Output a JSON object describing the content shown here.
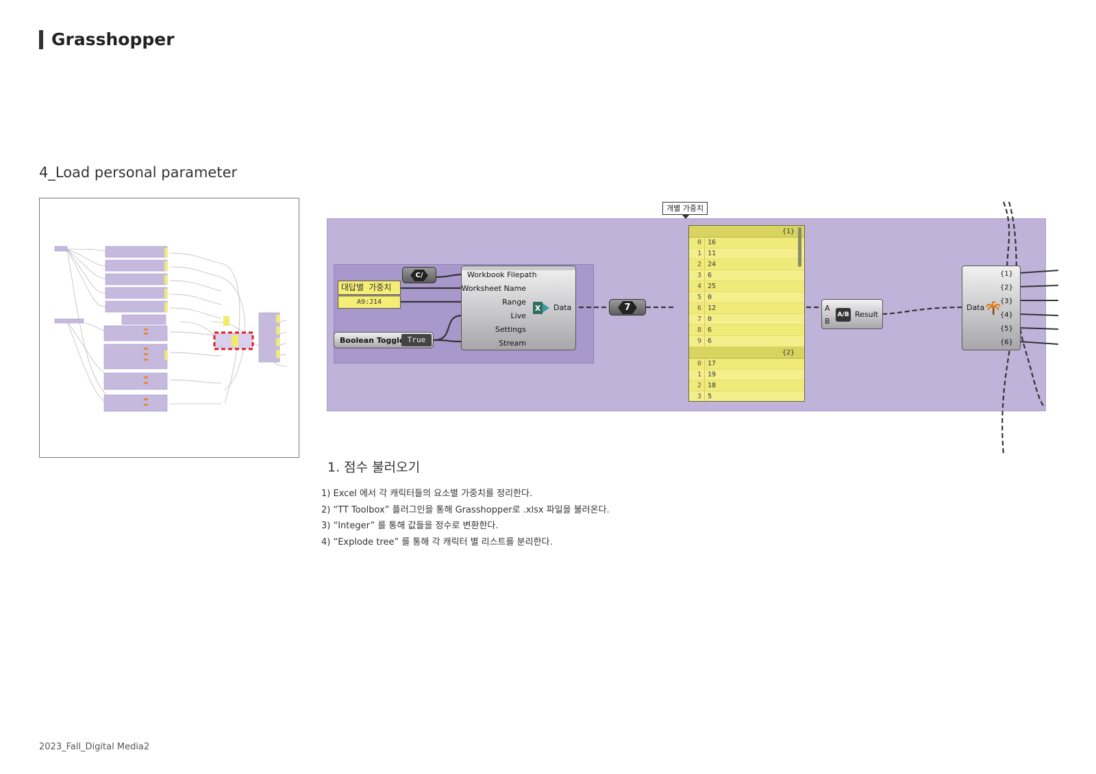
{
  "header": {
    "title": "Grasshopper"
  },
  "section": {
    "title": "4_Load personal parameter"
  },
  "canvas": {
    "callout": "개별 가중치",
    "string_param": "C/",
    "panel_weights": "대답별 가중치",
    "panel_range": "A9:J14",
    "toggle_label": "Boolean Toggle",
    "toggle_value": "True",
    "excel": {
      "inputs": [
        "Workbook Filepath",
        "Worksheet Name",
        "Range",
        "Live",
        "Settings",
        "Stream"
      ],
      "output": "Data",
      "icon": "excel-icon"
    },
    "integer_badge": "7",
    "tree": {
      "branches": [
        {
          "label": "{1}",
          "rows": [
            {
              "i": "0",
              "v": "16"
            },
            {
              "i": "1",
              "v": "11"
            },
            {
              "i": "2",
              "v": "24"
            },
            {
              "i": "3",
              "v": "6"
            },
            {
              "i": "4",
              "v": "25"
            },
            {
              "i": "5",
              "v": "0"
            },
            {
              "i": "6",
              "v": "12"
            },
            {
              "i": "7",
              "v": "0"
            },
            {
              "i": "8",
              "v": "6"
            },
            {
              "i": "9",
              "v": "6"
            }
          ]
        },
        {
          "label": "{2}",
          "rows": [
            {
              "i": "0",
              "v": "17"
            },
            {
              "i": "1",
              "v": "19"
            },
            {
              "i": "2",
              "v": "18"
            },
            {
              "i": "3",
              "v": "5"
            }
          ]
        }
      ]
    },
    "division": {
      "input_a": "A",
      "input_b": "B",
      "icon_text": "A/B",
      "output": "Result"
    },
    "explode": {
      "input": "Data",
      "icon": "palm-tree-icon",
      "outputs": [
        "{1}",
        "{2}",
        "{3}",
        "{4}",
        "{5}",
        "{6}"
      ]
    }
  },
  "content": {
    "heading": "1. 점수 불러오기",
    "steps": [
      "1) Excel 에서 각 캐릭터들의 요소별 가중치를 정리한다.",
      "2) “TT Toolbox” 플러그인을 통해 Grasshopper로 .xlsx 파일을 불러온다.",
      "3) “Integer” 를 통해 값들을 정수로 변환한다.",
      "4) “Explode tree” 를 통해 각 캐릭터 별 리스트를 분리한다."
    ]
  },
  "footer": {
    "text": "2023_Fall_Digital Media2"
  },
  "colors": {
    "group_purple": "#bfb3da",
    "panel_yellow": "#f5ed77",
    "highlight_red": "#e02020"
  }
}
